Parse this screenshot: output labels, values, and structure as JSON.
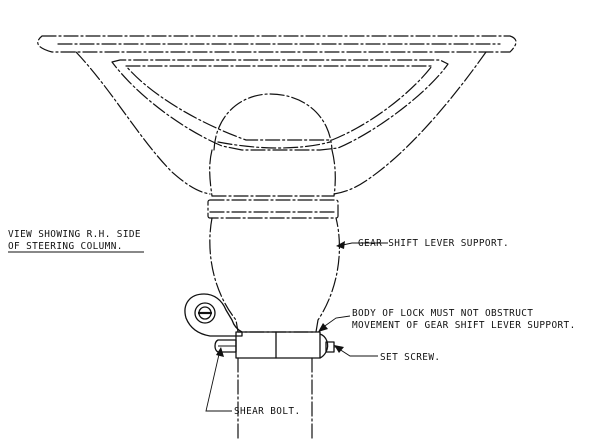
{
  "labels": {
    "view_line1": "VIEW SHOWING R.H. SIDE",
    "view_line2": "OF STEERING COLUMN.",
    "gear_support": "GEAR SHIFT LEVER SUPPORT.",
    "lock_line1": "BODY OF LOCK MUST NOT OBSTRUCT",
    "lock_line2": "MOVEMENT OF GEAR SHIFT LEVER SUPPORT.",
    "set_screw": "SET SCREW.",
    "shear_bolt": "SHEAR BOLT."
  }
}
